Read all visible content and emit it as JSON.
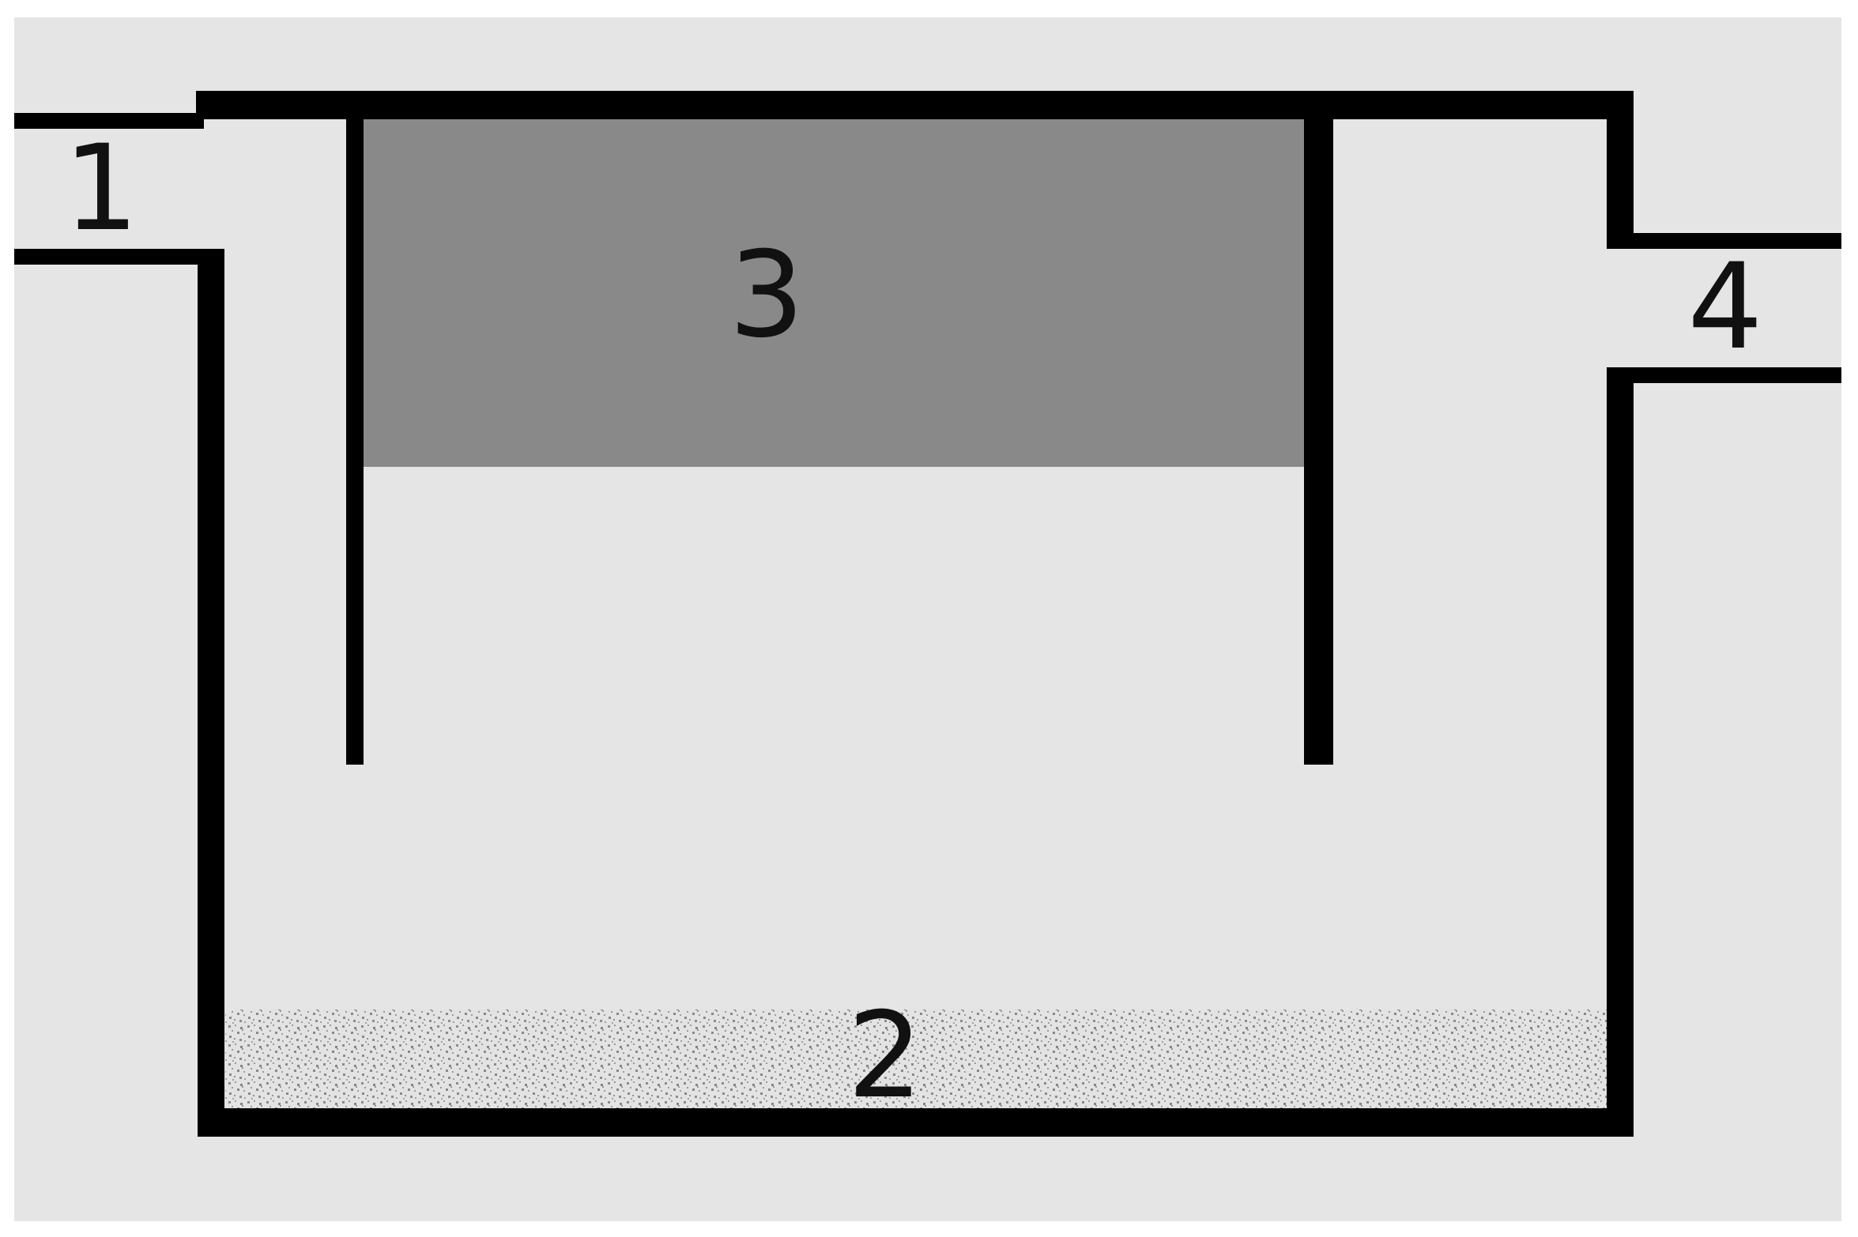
{
  "labels": {
    "inlet": "1",
    "sediment": "2",
    "insert": "3",
    "outlet": "4"
  },
  "colors": {
    "background": "#e5e5e5",
    "walls": "#000000",
    "insert_fill": "#898989",
    "sediment_speckle": "#8c8c8c",
    "sediment_base": "#e3e3e3"
  }
}
